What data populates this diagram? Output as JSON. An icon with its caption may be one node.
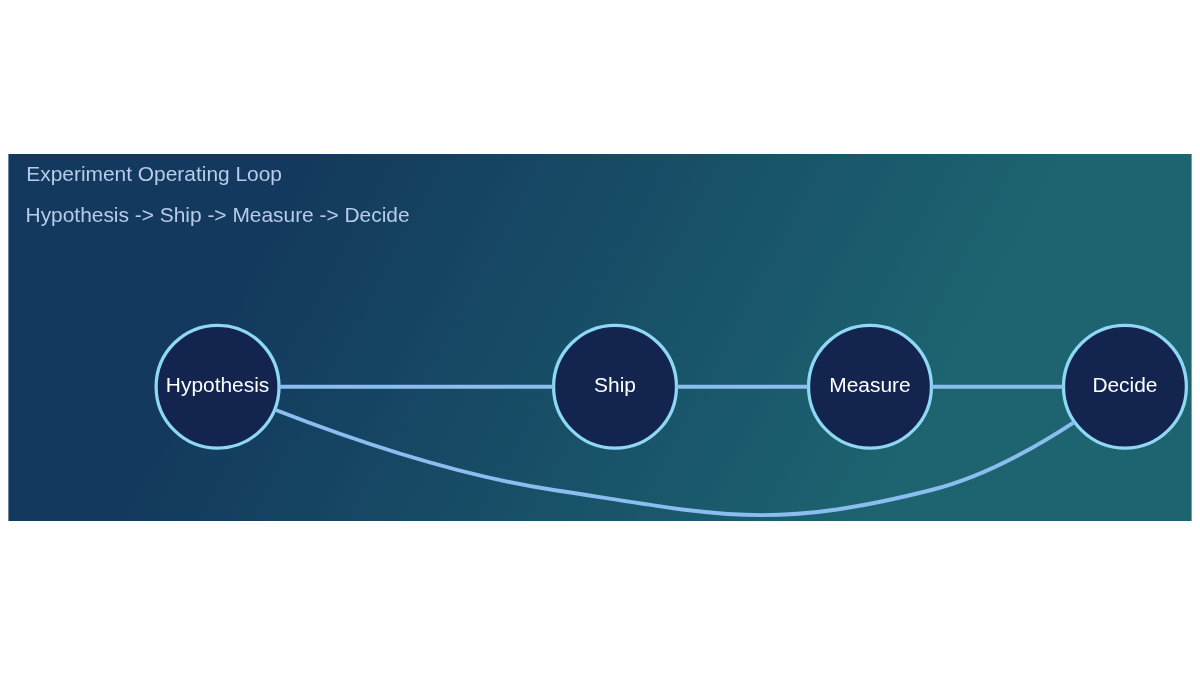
{
  "diagram": {
    "title": "Experiment Operating Loop",
    "nodes": [
      {
        "text": [
          "Hypothesis"
        ]
      },
      {
        "text": [
          "Ship"
        ]
      },
      {
        "text": [
          "Measure"
        ]
      },
      {
        "text": [
          "Decide"
        ]
      }
    ],
    "edges": [
      {
        "from": 0,
        "to": 1,
        "arrow": "none"
      },
      {
        "from": 1,
        "to": 2,
        "arrow": "none"
      },
      {
        "from": 2,
        "to": 3,
        "arrow": "none"
      },
      {
        "from": 3,
        "to": 0,
        "arrow": "none"
      }
    ],
    "labels": [
      "Hypothesis -> Ship -> Measure -> Decide"
    ]
  }
}
